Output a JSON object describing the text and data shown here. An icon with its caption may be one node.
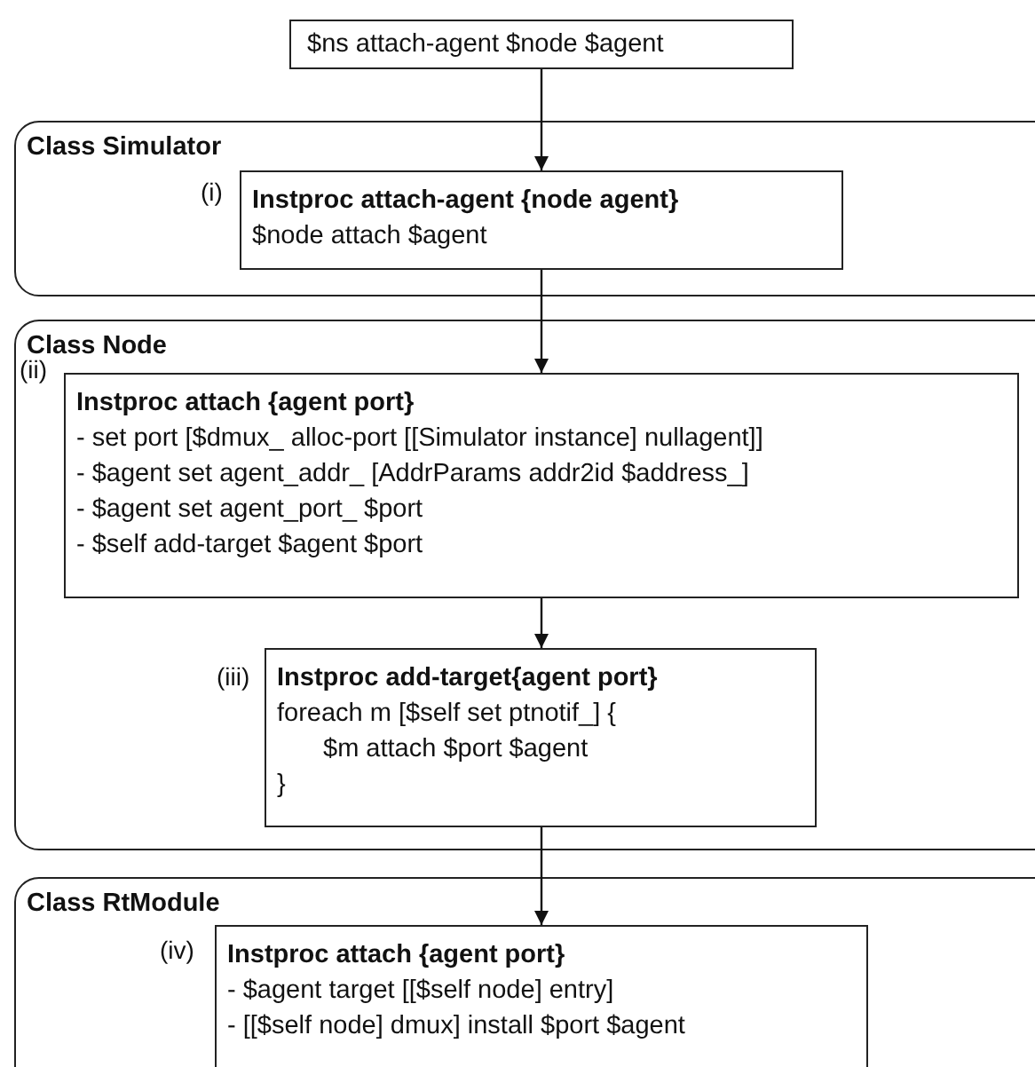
{
  "diagram": {
    "nodes": [
      {
        "text": [
          "$ns attach-agent $node $agent"
        ]
      },
      {
        "text": [
          "Class Simulator"
        ]
      },
      {
        "text": [
          "Instproc attach-agent {node agent}",
          "$node attach $agent"
        ],
        "in": 1,
        "beside": [
          "(i)"
        ]
      },
      {
        "text": [
          "Class Node"
        ]
      },
      {
        "text": [
          "Instproc attach {agent port}",
          "- set port [$dmux_ alloc-port [[Simulator instance] nullagent]]",
          "- $agent set agent_addr_ [AddrParams addr2id $address_]",
          "- $agent set agent_port_ $port",
          "- $self add-target $agent $port"
        ],
        "in": 3,
        "beside": [
          "(ii)"
        ]
      },
      {
        "text": [
          "Instproc add-target{agent port}",
          "foreach m [$self set ptnotif_] {",
          "$m attach $port $agent",
          "}"
        ],
        "in": 3,
        "beside": [
          "(iii)"
        ]
      },
      {
        "text": [
          "Class RtModule"
        ]
      },
      {
        "text": [
          "Instproc attach {agent port}",
          "- $agent target [[$self node] entry]",
          "- [[$self node] dmux] install $port $agent"
        ],
        "in": 6,
        "beside": [
          "(iv)"
        ]
      }
    ],
    "edges": [
      {
        "from": 0,
        "to": 2,
        "arrow": "to"
      },
      {
        "from": 2,
        "to": 4,
        "arrow": "to"
      },
      {
        "from": 4,
        "to": 5,
        "arrow": "to"
      },
      {
        "from": 5,
        "to": 7,
        "arrow": "to"
      }
    ]
  }
}
